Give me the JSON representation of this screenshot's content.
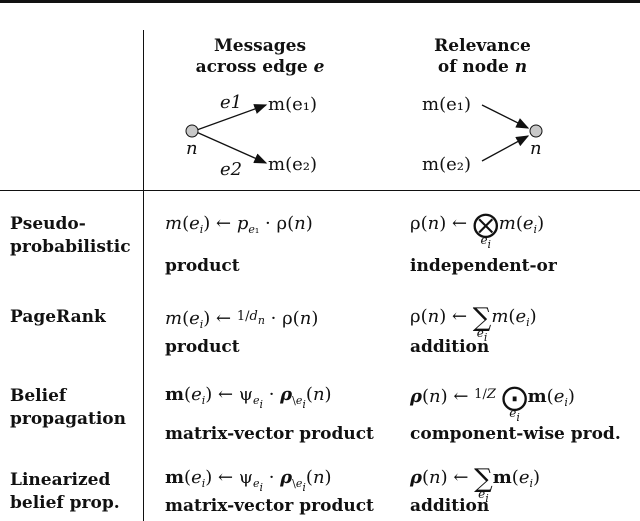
{
  "headers": {
    "messages_line1": "Messages",
    "messages_line2_prefix": "across edge ",
    "messages_line2_var": "e",
    "relevance_line1": "Relevance",
    "relevance_line2_prefix": "of node ",
    "relevance_line2_var": "n"
  },
  "diagram": {
    "node_label": "n",
    "edge1_label": "e1",
    "edge2_label": "e2",
    "msg1": "m(e₁)",
    "msg2": "m(e₂)"
  },
  "rows": [
    {
      "label_lines": [
        "Pseudo-",
        "probabilistic"
      ],
      "message_desc": "product",
      "relevance_desc": "independent-or"
    },
    {
      "label_lines": [
        "PageRank"
      ],
      "message_desc": "product",
      "relevance_desc": "addition"
    },
    {
      "label_lines": [
        "Belief",
        "propagation"
      ],
      "message_desc": "matrix-vector product",
      "relevance_desc": "component-wise prod."
    },
    {
      "label_lines": [
        "Linearized",
        "belief prop."
      ],
      "message_desc": "matrix-vector product",
      "relevance_desc": "addition"
    }
  ]
}
